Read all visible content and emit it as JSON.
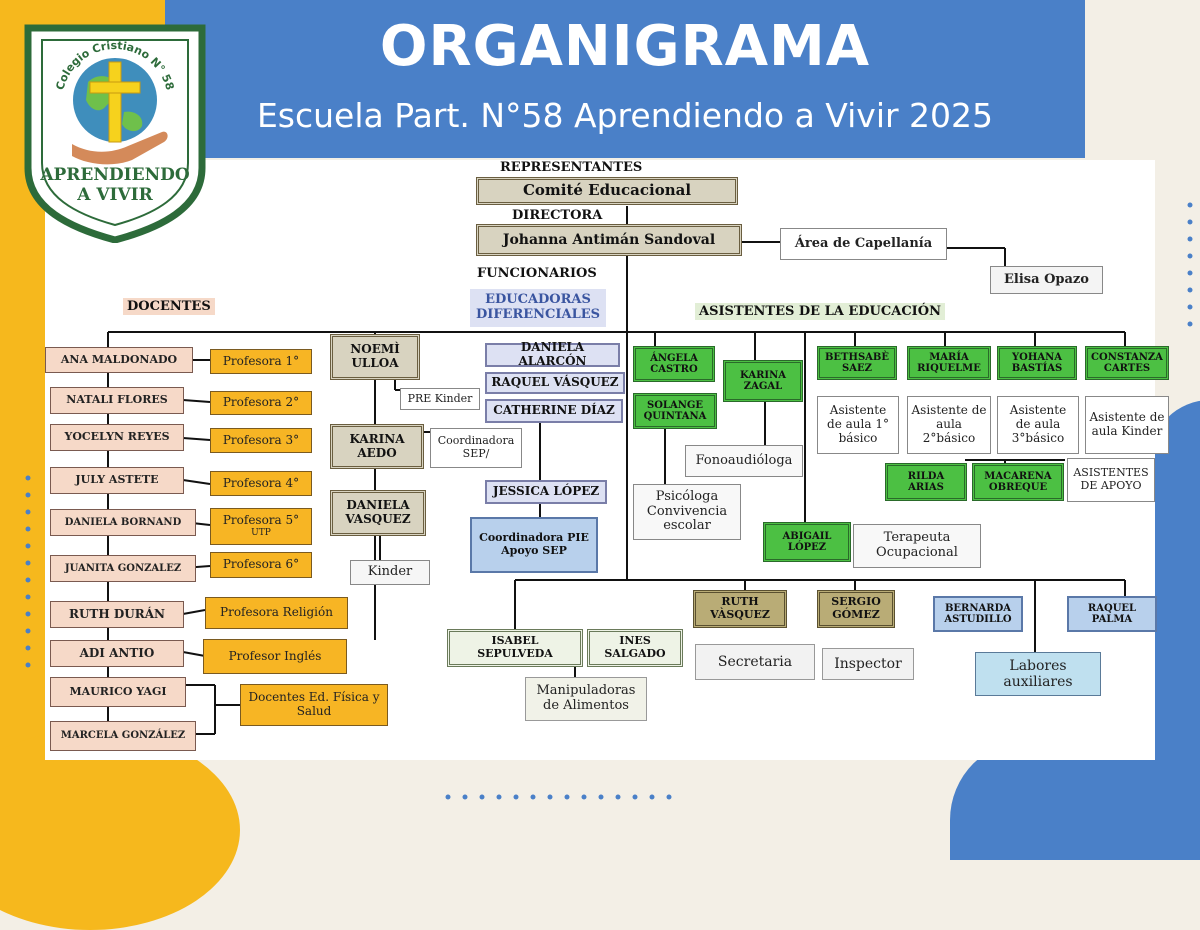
{
  "header": {
    "title": "ORGANIGRAMA",
    "subtitle": "Escuela Part. N°58 Aprendiendo a Vivir 2025"
  },
  "logo": {
    "arc_text": "Colegio Cristiano N° 58",
    "line1": "APRENDIENDO",
    "line2": "A VIVIR",
    "icon": "globe-cross-hands-icon"
  },
  "colors": {
    "header_blue": "#4a80c8",
    "accent_yellow": "#f6b81d",
    "logo_green": "#2d6b3a",
    "docente_orange": "#f7b524",
    "asistente_green": "#4cc043"
  },
  "sections": {
    "representantes": "REPRESENTANTES",
    "directora": "DIRECTORA",
    "funcionarios": "FUNCIONARIOS",
    "docentes": "DOCENTES",
    "educadoras": "EDUCADORAS DIFERENCIALES",
    "asistentes": "ASISTENTES DE LA EDUCACIÓN"
  },
  "top": {
    "comite": "Comité Educacional",
    "directora": "Johanna Antimán Sandoval",
    "capellania": "Área de Capellanía",
    "capellan": "Elisa Opazo"
  },
  "docentes": [
    {
      "name": "ANA MALDONADO",
      "role": "Profesora 1°"
    },
    {
      "name": "NATALI FLORES",
      "role": "Profesora 2°"
    },
    {
      "name": "YOCELYN REYES",
      "role": "Profesora 3°"
    },
    {
      "name": "JULY ASTETE",
      "role": "Profesora 4°"
    },
    {
      "name": "DANIELA BORNAND",
      "role": "Profesora 5°",
      "role_sub": "UTP"
    },
    {
      "name": "JUANITA GONZALEZ",
      "role": "Profesora 6°"
    },
    {
      "name": "RUTH DURÁN",
      "role": "Profesora Religión"
    },
    {
      "name": "ADI ANTIO",
      "role": "Profesor Inglés"
    },
    {
      "name": "MAURICO YAGI"
    },
    {
      "name": "MARCELA GONZÁLEZ"
    }
  ],
  "ed_fisica": "Docentes Ed. Física y Salud",
  "parvularia": [
    {
      "name": "NOEMÌ ULLOA",
      "role": "PRE Kinder"
    },
    {
      "name": "KARINA AEDO",
      "role": "Coordinadora SEP/"
    },
    {
      "name": "DANIELA VASQUEZ",
      "role": "Kinder"
    }
  ],
  "educadoras": [
    "DANIELA ALARCÓN",
    "RAQUEL VÁSQUEZ",
    "CATHERINE DÍAZ",
    "JESSICA LÓPEZ"
  ],
  "pie": "Coordinadora PIE Apoyo SEP",
  "asistentes": {
    "angela": "ÁNGELA CASTRO",
    "solange": "SOLANGE QUINTANA",
    "psicologa": "Psicóloga Convivencia escolar",
    "karina_z": "KARINA ZAGAL",
    "fono": "Fonoaudióloga",
    "abigail": "ABIGAIL LÓPEZ",
    "terapeuta": "Terapeuta Ocupacional",
    "aula": [
      {
        "name": "BETHSABÈ SAEZ",
        "role": "Asistente de aula 1° básico"
      },
      {
        "name": "MARÍA RIQUELME",
        "role": "Asistente de aula 2°básico"
      },
      {
        "name": "YOHANA BASTÍAS",
        "role": "Asistente de aula 3°básico"
      },
      {
        "name": "CONSTANZA CARTES",
        "role": "Asistente de aula Kinder"
      }
    ],
    "rilda": "RILDA ARIAS",
    "macarena": "MACARENA OBREQUE",
    "apoyo": "ASISTENTES DE APOYO"
  },
  "bottom": {
    "isabel": "ISABEL SEPULVEDA",
    "ines": "INES SALGADO",
    "manipuladoras": "Manipuladoras de Alimentos",
    "ruth_v": "RUTH VÀSQUEZ",
    "secretaria": "Secretaria",
    "sergio": "SERGIO GÓMEZ",
    "inspector": "Inspector",
    "bernarda": "BERNARDA ASTUDILLO",
    "raquel_p": "RAQUEL PALMA",
    "labores": "Labores auxiliares"
  }
}
